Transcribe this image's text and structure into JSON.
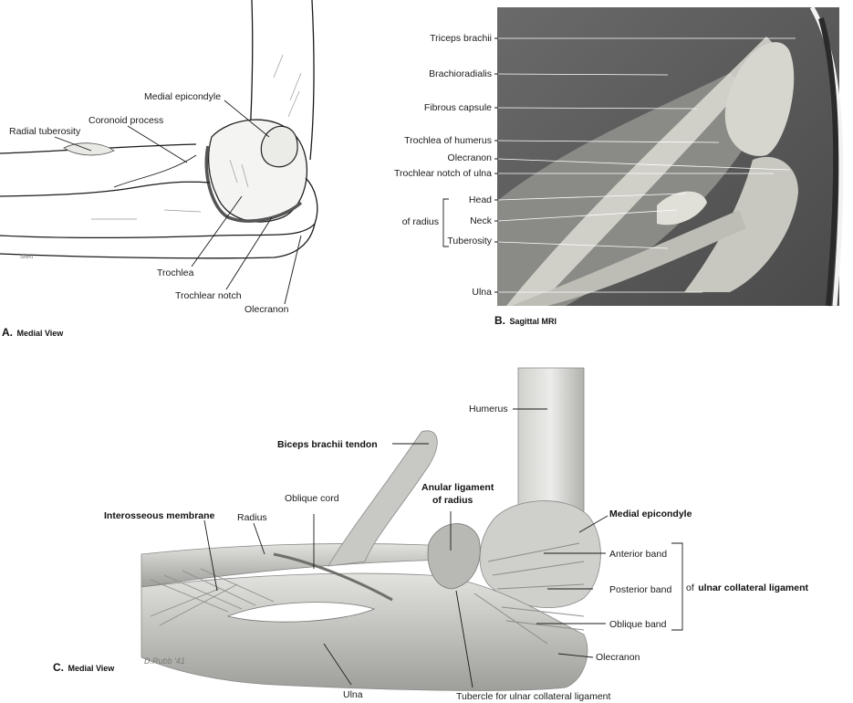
{
  "panel_a": {
    "caption_letter": "A.",
    "caption_text": "Medial View",
    "signature": "SARI",
    "labels": {
      "medial_epicondyle": "Medial epicondyle",
      "coronoid_process": "Coronoid process",
      "radial_tuberosity": "Radial tuberosity",
      "trochlea": "Trochlea",
      "trochlear_notch": "Trochlear notch",
      "olecranon": "Olecranon"
    }
  },
  "panel_b": {
    "caption_letter": "B.",
    "caption_text": "Sagittal MRI",
    "labels": {
      "triceps_brachii": "Triceps brachii",
      "brachioradialis": "Brachioradialis",
      "fibrous_capsule": "Fibrous capsule",
      "trochlea_of_humerus": "Trochlea of humerus",
      "olecranon": "Olecranon",
      "trochlear_notch_of_ulna": "Trochlear notch of ulna",
      "head": "Head",
      "neck": "Neck",
      "tuberosity": "Tuberosity",
      "of_radius": "of radius",
      "ulna": "Ulna"
    }
  },
  "panel_c": {
    "caption_letter": "C.",
    "caption_text": "Medial View",
    "signature": "D.Rubb '41",
    "labels": {
      "humerus": "Humerus",
      "biceps_brachii_tendon": "Biceps brachii tendon",
      "interosseous_membrane": "Interosseous membrane",
      "radius": "Radius",
      "oblique_cord": "Oblique cord",
      "anular_ligament_line1": "Anular ligament",
      "anular_ligament_line2": "of radius",
      "medial_epicondyle": "Medial epicondyle",
      "anterior_band": "Anterior band",
      "posterior_band": "Posterior band",
      "oblique_band": "Oblique band",
      "of_prefix": "of",
      "ulnar_collateral_ligament": "ulnar collateral ligament",
      "olecranon": "Olecranon",
      "ulna": "Ulna",
      "tubercle_for_ucl": "Tubercle for ulnar collateral ligament"
    }
  }
}
